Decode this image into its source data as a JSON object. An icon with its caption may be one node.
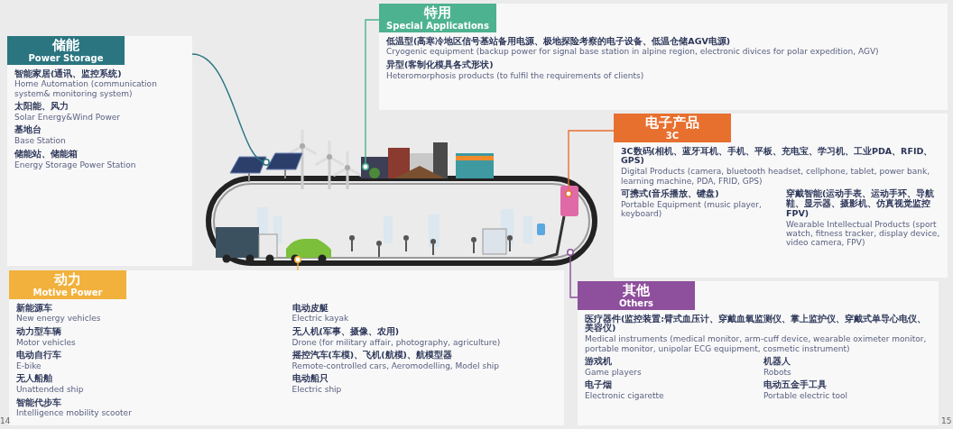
{
  "diagram": {
    "nodes": [
      {
        "text": [
          "储能",
          "Power Storage"
        ]
      },
      {
        "text": [
          "智能家居(通讯、监控系统)",
          "Home Automation (communication system& monitoring system)"
        ],
        "in": 0
      },
      {
        "text": [
          "太阳能、风力",
          "Solar Energy&Wind Power"
        ],
        "in": 0
      },
      {
        "text": [
          "基地台",
          "Base Station"
        ],
        "in": 0
      },
      {
        "text": [
          "储能站、储能箱",
          "Energy Storage Power Station"
        ],
        "in": 0
      },
      {
        "text": [
          "特用",
          "Special Applications"
        ]
      },
      {
        "text": [
          "低温型(高寒冷地区信号基站备用电源、极地探险考察的电子设备、低温仓储AGV电源)",
          "Cryogenic equipment (backup power for signal base station in alpine region, electronic divices for polar expedition, AGV)"
        ],
        "in": 5
      },
      {
        "text": [
          "异型(客制化模具各式形状)",
          "Heteromorphosis products (to fulfil the requirements of clients)"
        ],
        "in": 5
      },
      {
        "text": [],
        "shape": "picture"
      },
      {
        "text": [
          "电子产品",
          "3C"
        ]
      },
      {
        "text": [
          "3C数码(相机、蓝牙耳机、手机、平板、充电宝、学习机、工业PDA、RFID、GPS)",
          "Digital Products (camera, bluetooth headset, cellphone, tablet, power bank, learning machine, PDA, FRID, GPS)"
        ],
        "in": 9
      },
      {
        "text": [
          "可携式(音乐播放、键盘)",
          "Portable Equipment (music player, keyboard)"
        ],
        "in": 9
      },
      {
        "text": [
          "穿戴智能(运动手表、运动手环、导航鞋、显示器、摄影机、仿真视觉监控FPV)",
          "Wearable Intellectual Products (sport watch, fitness tracker, display device, video camera, FPV)"
        ],
        "in": 9
      },
      {
        "text": [
          "动力",
          "Motive Power"
        ]
      },
      {
        "text": [
          "新能源车",
          "New energy vehicles"
        ],
        "in": 13
      },
      {
        "text": [
          "电动皮艇",
          "Electric kayak"
        ],
        "in": 13
      },
      {
        "text": [
          "动力型车辆",
          "Motor vehicles"
        ],
        "in": 13
      },
      {
        "text": [
          "无人机(军事、摄像、农用)",
          "Drone (for military affair, photography, agriculture)"
        ],
        "in": 13
      },
      {
        "text": [
          "电动自行车",
          "E-bike"
        ],
        "in": 13
      },
      {
        "text": [
          "摇控汽车(车模)、飞机(航模)、航模型器",
          "Remote-controlled cars, Aeromodelling, Model ship"
        ],
        "in": 13
      },
      {
        "text": [
          "无人船舶",
          "Unattended ship"
        ],
        "in": 13
      },
      {
        "text": [
          "电动船只",
          "Electric ship"
        ],
        "in": 13
      },
      {
        "text": [
          "智能代步车",
          "Intelligence mobility scooter"
        ],
        "in": 13
      },
      {
        "text": [
          "其他",
          "Others"
        ]
      },
      {
        "text": [
          "医疗器件(监控装置:臂式血压计、穿戴血氧监测仪、掌上监护仪、穿戴式单导心电仪、美容仪)",
          "Medical instruments (medical monitor, arm-cuff device, wearable oximeter monitor, portable monitor, unipolar ECG equipment, cosmetic instrument)"
        ],
        "in": 23
      },
      {
        "text": [
          "游戏机",
          "Game players"
        ],
        "in": 23
      },
      {
        "text": [
          "机器人",
          "Robots"
        ],
        "in": 23
      },
      {
        "text": [
          "电子烟",
          "Electronic cigarette"
        ],
        "in": 23
      },
      {
        "text": [
          "电动五金手工具",
          "Portable electric tool"
        ],
        "in": 23
      }
    ],
    "edges": [
      {
        "from": 0,
        "to": 8,
        "arrow": "other",
        "color": "#2a7580"
      },
      {
        "from": 5,
        "to": 8,
        "arrow": "other",
        "color": "#4db28f"
      },
      {
        "from": 9,
        "to": 8,
        "arrow": "other",
        "color": "#e8702f"
      },
      {
        "from": 13,
        "to": 8,
        "arrow": "other",
        "color": "#f2b13c"
      },
      {
        "from": 23,
        "to": 8,
        "arrow": "other",
        "color": "#8e4f9c"
      }
    ],
    "labels": [
      "14",
      "15"
    ]
  }
}
